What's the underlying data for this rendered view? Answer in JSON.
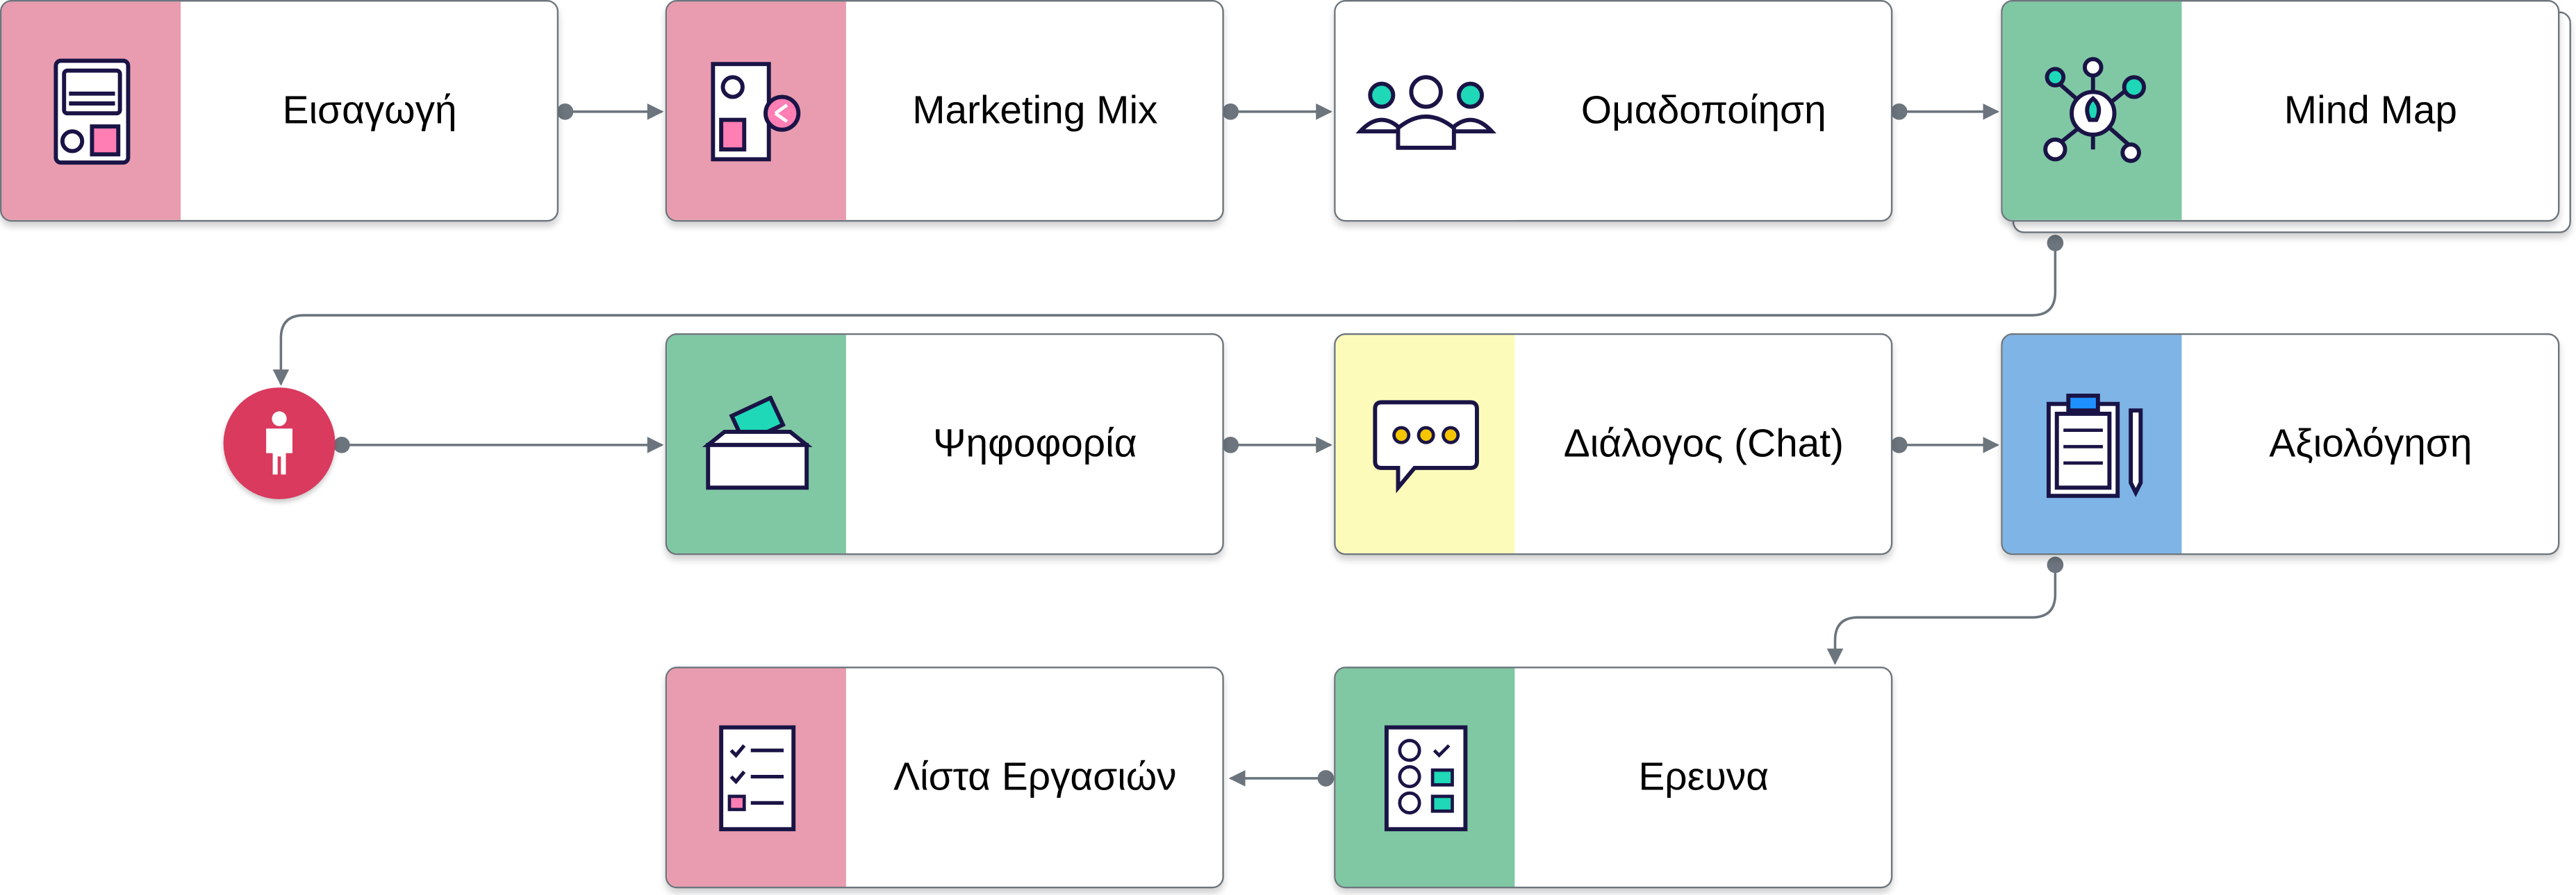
{
  "nodes": [
    {
      "label": "Εισαγωγή",
      "color": "#E99CAF",
      "icon": "content-icon"
    },
    {
      "label": "Marketing Mix",
      "color": "#E99CAF",
      "icon": "media-share-icon"
    },
    {
      "label": "Ομαδοποίηση",
      "color": "#FFFFFF",
      "icon": "group-icon"
    },
    {
      "label": "Mind Map",
      "color": "#7FC8A3",
      "icon": "mind-map-icon"
    },
    {
      "label": "Ψηφοφορία",
      "color": "#7FC8A3",
      "icon": "ballot-box-icon"
    },
    {
      "label": "Διάλογος (Chat)",
      "color": "#FCFBB9",
      "icon": "chat-bubble-icon"
    },
    {
      "label": "Αξιολόγηση",
      "color": "#7EB4E6",
      "icon": "clipboard-icon"
    },
    {
      "label": "Ερευνα",
      "color": "#7FC8A3",
      "icon": "survey-icon"
    },
    {
      "label": "Λίστα Εργασιών",
      "color": "#E99CAF",
      "icon": "checklist-icon"
    }
  ],
  "start": {
    "icon": "person-icon",
    "color": "#D93A5E"
  }
}
